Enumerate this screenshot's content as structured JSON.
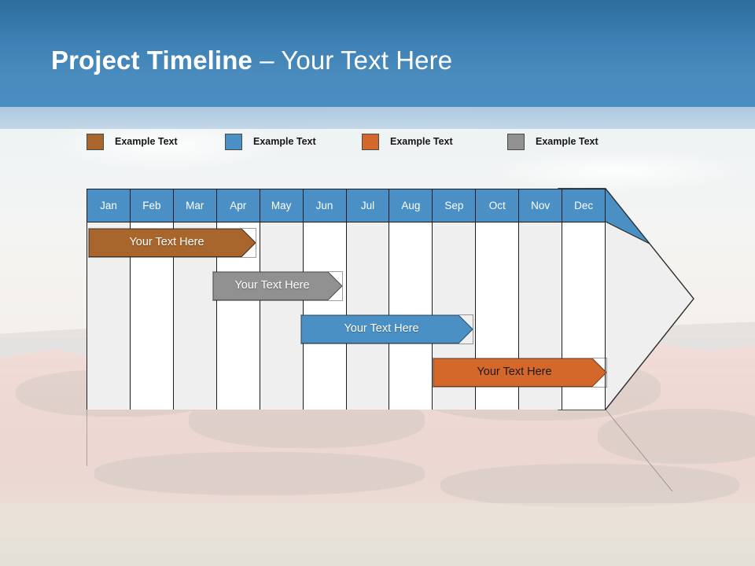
{
  "banner": {
    "title_strong": "Project Timeline",
    "title_light": " – Your Text Here"
  },
  "legend": {
    "items": [
      {
        "label": "Example Text",
        "color": "#a9662c",
        "name": "legend-swatch-brown"
      },
      {
        "label": "Example Text",
        "color": "#4b90c4",
        "name": "legend-swatch-blue"
      },
      {
        "label": "Example Text",
        "color": "#d4682a",
        "name": "legend-swatch-orange"
      },
      {
        "label": "Example Text",
        "color": "#919191",
        "name": "legend-swatch-gray"
      }
    ]
  },
  "timeline": {
    "months": [
      "Jan",
      "Feb",
      "Mar",
      "Apr",
      "May",
      "Jun",
      "Jul",
      "Aug",
      "Sep",
      "Oct",
      "Nov",
      "Dec"
    ],
    "header_color": "#4b90c4",
    "shade_color": "#efefef",
    "plain_color": "#ffffff",
    "arrow_color": "#efefef",
    "bars": [
      {
        "label": "Your  Text Here",
        "color": "#a9662c",
        "start_month": "Jan",
        "end_month": "Apr",
        "row": 1
      },
      {
        "label": "Your  Text Here",
        "color": "#919191",
        "start_month": "Apr",
        "end_month": "Jun",
        "row": 2
      },
      {
        "label": "Your  Text Here",
        "color": "#4b90c4",
        "start_month": "Jun",
        "end_month": "Sep",
        "row": 3
      },
      {
        "label": "Your  Text Here",
        "color": "#d4682a",
        "start_month": "Sep",
        "end_month": "Dec",
        "row": 4
      }
    ]
  }
}
